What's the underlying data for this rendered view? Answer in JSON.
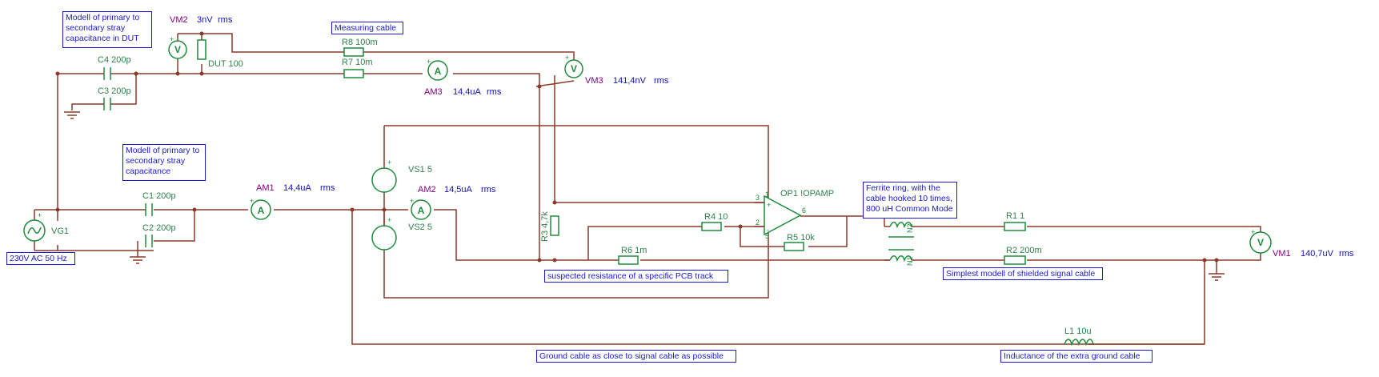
{
  "components": {
    "vm2": {
      "name": "VM2",
      "value": "3nV",
      "unit": "rms"
    },
    "vm3": {
      "name": "VM3",
      "value": "141,4nV",
      "unit": "rms"
    },
    "vm1": {
      "name": "VM1",
      "value": "140,7uV",
      "unit": "rms"
    },
    "am1": {
      "name": "AM1",
      "value": "14,4uA",
      "unit": "rms"
    },
    "am2": {
      "name": "AM2",
      "value": "14,5uA",
      "unit": "rms"
    },
    "am3": {
      "name": "AM3",
      "value": "14,4uA",
      "unit": "rms"
    },
    "dut": "DUT 100",
    "r8": "R8 100m",
    "r7": "R7 10m",
    "c4": "C4 200p",
    "c3": "C3 200p",
    "c1": "C1 200p",
    "c2": "C2 200p",
    "vg1": "VG1",
    "vs1": "VS1 5",
    "vs2": "VS2 5",
    "r3": "R3 4,7k",
    "r4": "R4 10",
    "r5": "R5 10k",
    "r6": "R6 1m",
    "op1": "OP1 !OPAMP",
    "r1": "R1 1",
    "r2": "R2 200m",
    "l1": "L1 10u",
    "n1": "N1",
    "n2": "N2",
    "pins": {
      "p3": "3",
      "p2": "2",
      "p6": "6",
      "p1": "1",
      "p5": "5"
    }
  },
  "notes": {
    "dut_stray": "Modell of primary to\nsecondary stray\ncapacitance in DUT",
    "measuring_cable": "Measuring cable",
    "primary_stray": "Modell of primary to\nsecondary stray\ncapacitance",
    "source": "230V AC 50 Hz",
    "ferrite": "Ferrite ring, with the\ncable hooked 10 times,\n800 uH Common Mode",
    "pcb_track": "suspected resistance of a specific PCB track",
    "shielded_cable": "Simplest modell of shielded signal cable",
    "ground_cable": "Ground cable as close to signal cable as possible",
    "extra_ground": "Inductance of the extra ground cable"
  },
  "colors": {
    "wire": "#8b3a2a",
    "component": "#1e8b3c",
    "label_name": "#800080",
    "label_value": "#1010c0",
    "note": "#1a1ad0"
  }
}
